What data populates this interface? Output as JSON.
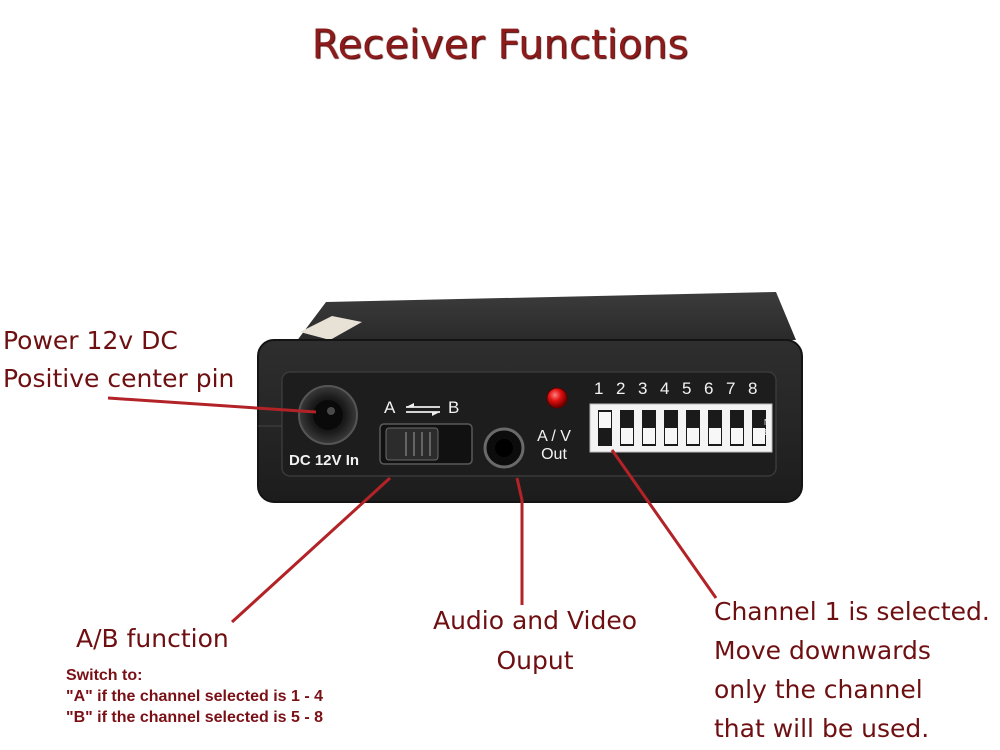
{
  "title": "Receiver Functions",
  "labels": {
    "power": [
      "Power 12v DC",
      "Positive center pin"
    ],
    "ab": "A/B function",
    "ab_switch_to": "Switch to:",
    "ab_note_a": "\"A\" if  the channel selected is 1 - 4",
    "ab_note_b": "\"B\" if  the channel selected is 5 - 8",
    "av": [
      "Audio and Video",
      "Ouput"
    ],
    "channel": [
      "Channel 1 is selected.",
      "Move downwards",
      "only the channel",
      "that will be used."
    ]
  },
  "device": {
    "dc_label": "DC 12V In",
    "switch_a": "A",
    "switch_b": "B",
    "av_label": [
      "A / V",
      "Out"
    ],
    "dip_numbers": [
      "1",
      "2",
      "3",
      "4",
      "5",
      "6",
      "7",
      "8"
    ],
    "dip_side": [
      "N",
      "E"
    ],
    "led_color": "#e01010",
    "body_color": "#2a2a2a",
    "pointer_color": "#b32226",
    "label_color": "#6e0f12"
  }
}
